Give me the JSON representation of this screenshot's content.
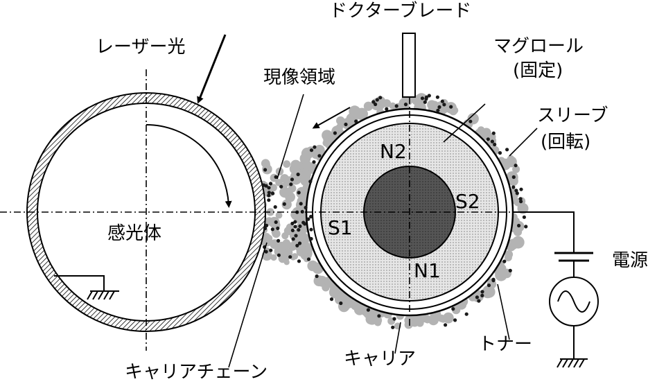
{
  "labels": {
    "doctor_blade": "ドクターブレード",
    "laser": "レーザー光",
    "mag_roll_1": "マグロール",
    "mag_roll_2": "(固定)",
    "dev_region": "現像領域",
    "sleeve_1": "スリーブ",
    "sleeve_2": "(回転)",
    "pole_n2": "N2",
    "pole_s2": "S2",
    "pole_s1": "S1",
    "pole_n1": "N1",
    "photoreceptor": "感光体",
    "power": "電源",
    "carrier_chain": "キャリアチェーン",
    "carrier": "キャリア",
    "toner": "トナー"
  },
  "colors": {
    "line": "#000000",
    "toner": "#b3b3b3",
    "carrier": "#1a1a1a",
    "dot_fill": "#e6e6e6",
    "core": "#555555"
  }
}
